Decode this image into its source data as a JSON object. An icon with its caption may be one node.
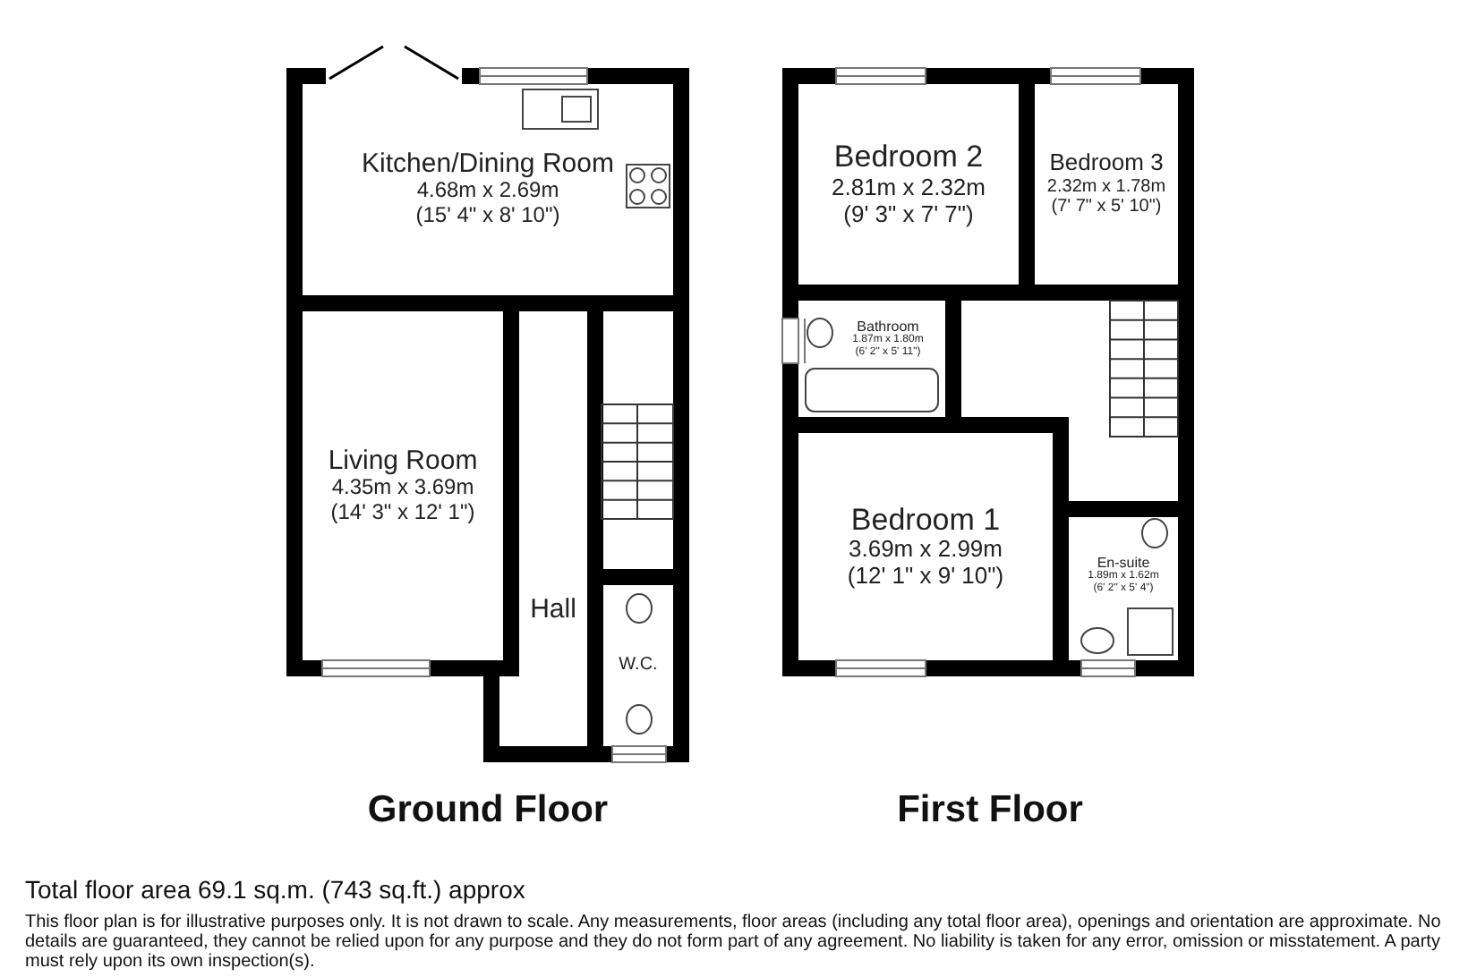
{
  "diagram": {
    "nodes": [
      {
        "text": [
          "Ground Floor"
        ]
      },
      {
        "text": [
          "Kitchen/Dining Room",
          "4.68m x 2.69m",
          "(15' 4\" x 8' 10\")"
        ],
        "in": 0
      },
      {
        "text": [
          "Living Room",
          "4.35m x 3.69m",
          "(14' 3\" x 12' 1\")"
        ],
        "in": 0
      },
      {
        "text": [
          "Hall"
        ],
        "in": 0
      },
      {
        "text": [
          "W.C."
        ],
        "in": 0
      },
      {
        "text": [
          "First Floor"
        ]
      },
      {
        "text": [
          "Bedroom 2",
          "2.81m x 2.32m",
          "(9' 3\" x 7' 7\")"
        ],
        "in": 5
      },
      {
        "text": [
          "Bedroom 3",
          "2.32m x 1.78m",
          "(7' 7\" x 5' 10\")"
        ],
        "in": 5
      },
      {
        "text": [
          "Bathroom",
          "1.87m x 1.80m",
          "(6' 2\" x 5' 11\")"
        ],
        "in": 5
      },
      {
        "text": [
          "Bedroom 1",
          "3.69m x 2.99m",
          "(12' 1\" x 9' 10\")"
        ],
        "in": 5
      },
      {
        "text": [
          "En-suite",
          "1.89m x 1.62m",
          "(6' 2\" x 5' 4\")"
        ],
        "in": 5
      }
    ],
    "edges": [],
    "labels": [
      "Total floor area 69.1 sq.m. (743 sq.ft.) approx",
      "This floor plan is for illustrative purposes only. It is not drawn to scale. Any measurements, floor areas (including any total floor area), openings and orientation are approximate. No details are guaranteed, they cannot be relied upon for any purpose and they do not form part of any agreement. No liability is taken for any error, omission or misstatement. A party must rely upon its own inspection(s)."
    ]
  }
}
